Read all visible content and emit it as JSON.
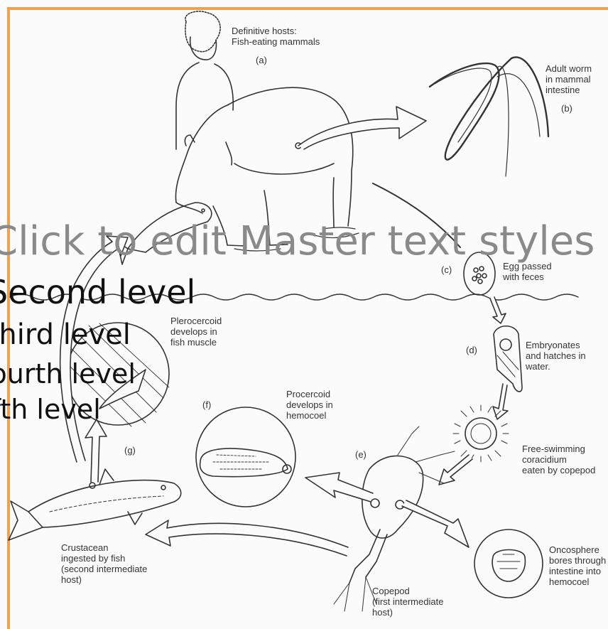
{
  "placeholder": {
    "title": "Click to edit Master text styles",
    "levels": [
      "Second level",
      "Third level",
      "Fourth level",
      "Fifth level"
    ]
  },
  "labels": {
    "a_text": "Definitive hosts:\nFish-eating mammals",
    "a_letter": "(a)",
    "b_text": "Adult worm\nin mammal\nintestine",
    "b_letter": "(b)",
    "c_letter": "(c)",
    "c_text": "Egg passed\nwith feces",
    "d_letter": "(d)",
    "d_text": "Embryonates\nand hatches in\nwater.",
    "coracidium": "Free-swimming\ncoracidium\neaten by copepod",
    "e_letter": "(e)",
    "oncosphere": "Oncosphere\nbores through\nintestine into\nhemocoel",
    "copepod": "Copepod\n(first intermediate\nhost)",
    "f_letter": "(f)",
    "procercoid": "Procercoid\ndevelops in\nhemocoel",
    "plerocercoid": "Plerocercoid\ndevelops in\nfish muscle",
    "g_letter": "(g)",
    "crustacean": "Crustacean\ningested by fish\n(second intermediate\nhost)"
  },
  "colors": {
    "frame": "#f0a050",
    "line": "#333333",
    "placeholder": "#8a8a8a"
  }
}
